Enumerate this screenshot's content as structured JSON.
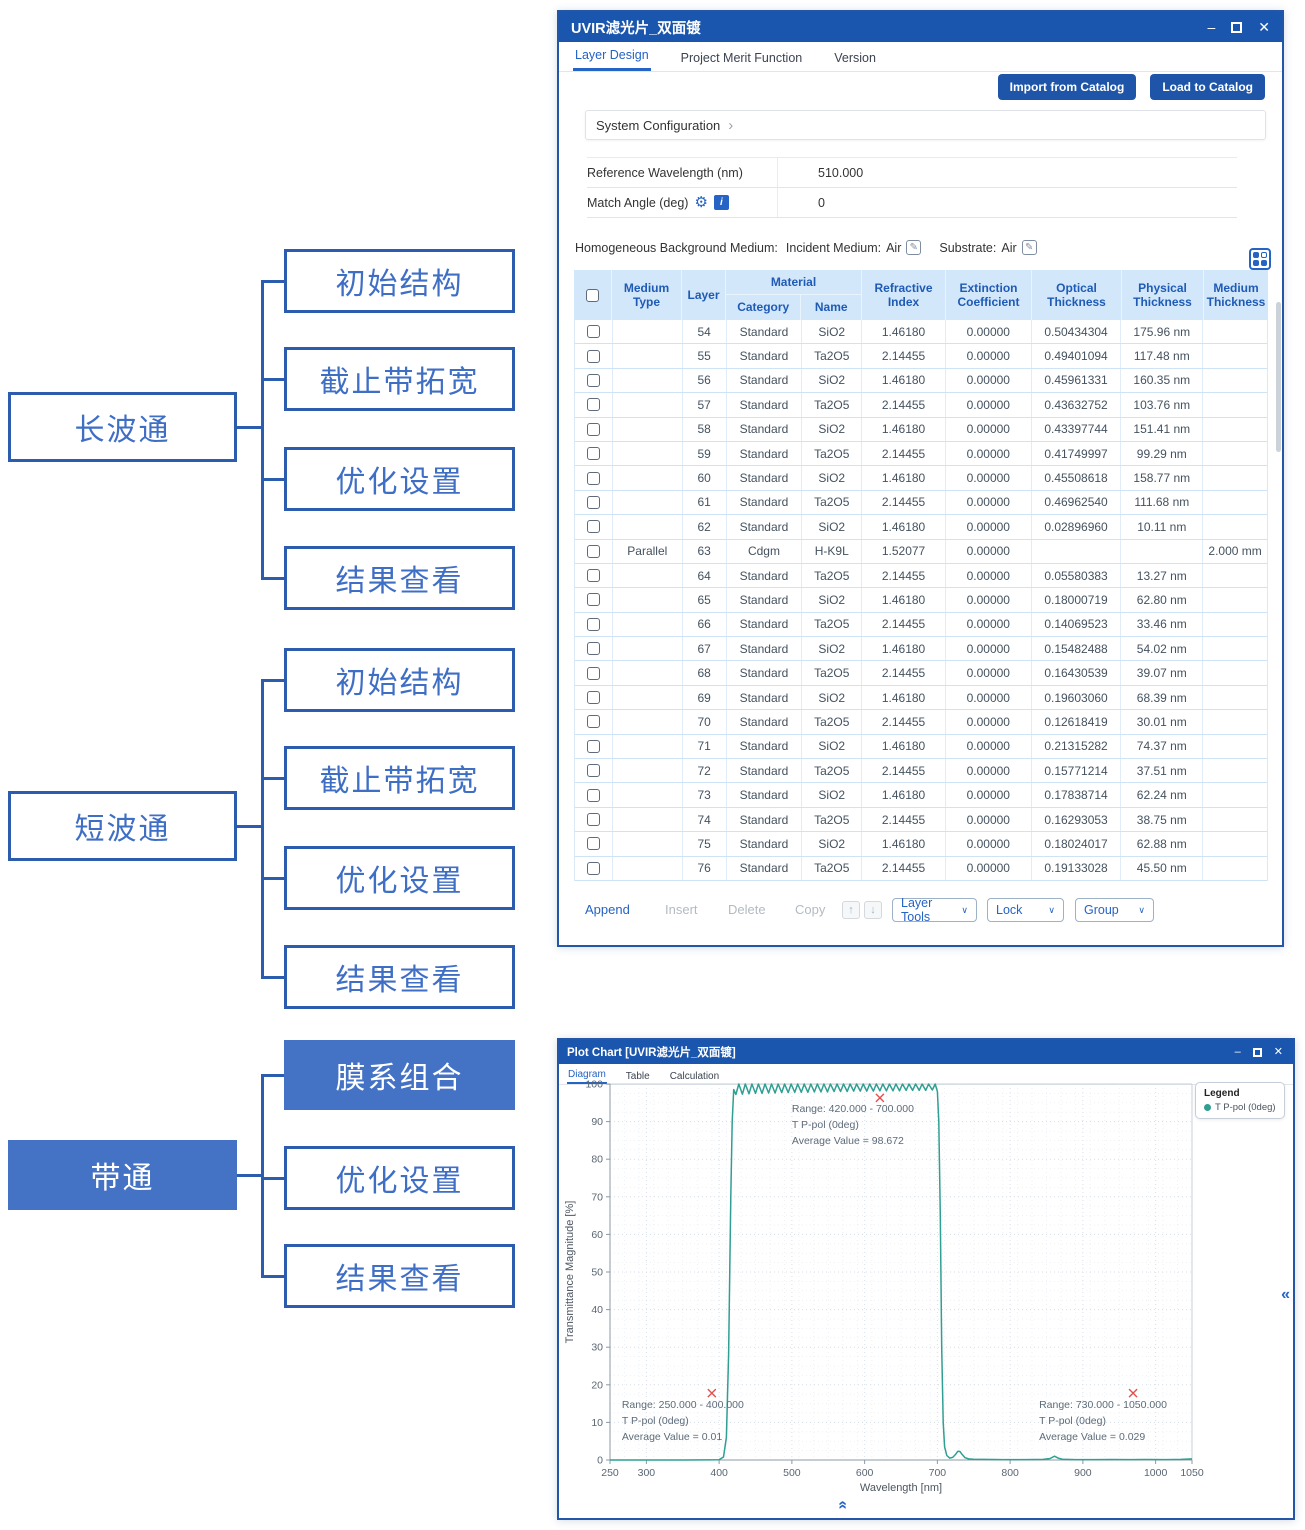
{
  "icons": {
    "minimize": "–",
    "close": "✕",
    "chevron_right": "›",
    "dropdown": "∨",
    "collapse_left": "«",
    "gear": "⚙",
    "info": "i",
    "edit": "✎",
    "up_arrow": "↑",
    "down_arrow": "↓"
  },
  "flowchart": {
    "colors": {
      "border": "#2b5cad",
      "text": "#3f6ec5",
      "filled_bg": "#4472c4",
      "filled_text": "#ffffff"
    },
    "groups": [
      {
        "parent": {
          "label": "长波通",
          "filled": false
        },
        "children": [
          {
            "label": "初始结构",
            "filled": false
          },
          {
            "label": "截止带拓宽",
            "filled": false
          },
          {
            "label": "优化设置",
            "filled": false
          },
          {
            "label": "结果查看",
            "filled": false
          }
        ]
      },
      {
        "parent": {
          "label": "短波通",
          "filled": false
        },
        "children": [
          {
            "label": "初始结构",
            "filled": false
          },
          {
            "label": "截止带拓宽",
            "filled": false
          },
          {
            "label": "优化设置",
            "filled": false
          },
          {
            "label": "结果查看",
            "filled": false
          }
        ]
      },
      {
        "parent": {
          "label": "带通",
          "filled": true
        },
        "children": [
          {
            "label": "膜系组合",
            "filled": true
          },
          {
            "label": "优化设置",
            "filled": false
          },
          {
            "label": "结果查看",
            "filled": false
          }
        ]
      }
    ]
  },
  "layer_window": {
    "title": "UVIR滤光片_双面镀",
    "tabs": [
      {
        "label": "Layer Design",
        "active": true
      },
      {
        "label": "Project Merit Function",
        "active": false
      },
      {
        "label": "Version",
        "active": false
      }
    ],
    "buttons": {
      "import": "Import from Catalog",
      "load": "Load to Catalog"
    },
    "system_configuration": {
      "label": "System Configuration"
    },
    "params": [
      {
        "label": "Reference Wavelength (nm)",
        "value": "510.000",
        "has_icons": false
      },
      {
        "label": "Match Angle (deg)",
        "value": "0",
        "has_icons": true
      }
    ],
    "background_medium": {
      "prefix": "Homogeneous Background Medium:",
      "incident_label": "Incident Medium:",
      "incident_value": "Air",
      "substrate_label": "Substrate:",
      "substrate_value": "Air"
    },
    "table": {
      "header": {
        "medium_type": [
          "Medium",
          "Type"
        ],
        "layer": "Layer",
        "material": "Material",
        "category": "Category",
        "name": "Name",
        "refractive": [
          "Refractive",
          "Index"
        ],
        "extinction": [
          "Extinction",
          "Coefficient"
        ],
        "optical": [
          "Optical",
          "Thickness"
        ],
        "physical": [
          "Physical",
          "Thickness"
        ],
        "medium_thickness": [
          "Medium",
          "Thickness"
        ]
      },
      "columns": [
        "medium_type",
        "layer",
        "category",
        "name",
        "refractive_index",
        "extinction_coefficient",
        "optical_thickness",
        "physical_thickness",
        "medium_thickness"
      ],
      "rows": [
        [
          "",
          "54",
          "Standard",
          "SiO2",
          "1.46180",
          "0.00000",
          "0.50434304",
          "175.96 nm",
          ""
        ],
        [
          "",
          "55",
          "Standard",
          "Ta2O5",
          "2.14455",
          "0.00000",
          "0.49401094",
          "117.48 nm",
          ""
        ],
        [
          "",
          "56",
          "Standard",
          "SiO2",
          "1.46180",
          "0.00000",
          "0.45961331",
          "160.35 nm",
          ""
        ],
        [
          "",
          "57",
          "Standard",
          "Ta2O5",
          "2.14455",
          "0.00000",
          "0.43632752",
          "103.76 nm",
          ""
        ],
        [
          "",
          "58",
          "Standard",
          "SiO2",
          "1.46180",
          "0.00000",
          "0.43397744",
          "151.41 nm",
          ""
        ],
        [
          "",
          "59",
          "Standard",
          "Ta2O5",
          "2.14455",
          "0.00000",
          "0.41749997",
          "99.29 nm",
          ""
        ],
        [
          "",
          "60",
          "Standard",
          "SiO2",
          "1.46180",
          "0.00000",
          "0.45508618",
          "158.77 nm",
          ""
        ],
        [
          "",
          "61",
          "Standard",
          "Ta2O5",
          "2.14455",
          "0.00000",
          "0.46962540",
          "111.68 nm",
          ""
        ],
        [
          "",
          "62",
          "Standard",
          "SiO2",
          "1.46180",
          "0.00000",
          "0.02896960",
          "10.11 nm",
          ""
        ],
        [
          "Parallel",
          "63",
          "Cdgm",
          "H-K9L",
          "1.52077",
          "0.00000",
          "",
          "",
          "2.000 mm"
        ],
        [
          "",
          "64",
          "Standard",
          "Ta2O5",
          "2.14455",
          "0.00000",
          "0.05580383",
          "13.27 nm",
          ""
        ],
        [
          "",
          "65",
          "Standard",
          "SiO2",
          "1.46180",
          "0.00000",
          "0.18000719",
          "62.80 nm",
          ""
        ],
        [
          "",
          "66",
          "Standard",
          "Ta2O5",
          "2.14455",
          "0.00000",
          "0.14069523",
          "33.46 nm",
          ""
        ],
        [
          "",
          "67",
          "Standard",
          "SiO2",
          "1.46180",
          "0.00000",
          "0.15482488",
          "54.02 nm",
          ""
        ],
        [
          "",
          "68",
          "Standard",
          "Ta2O5",
          "2.14455",
          "0.00000",
          "0.16430539",
          "39.07 nm",
          ""
        ],
        [
          "",
          "69",
          "Standard",
          "SiO2",
          "1.46180",
          "0.00000",
          "0.19603060",
          "68.39 nm",
          ""
        ],
        [
          "",
          "70",
          "Standard",
          "Ta2O5",
          "2.14455",
          "0.00000",
          "0.12618419",
          "30.01 nm",
          ""
        ],
        [
          "",
          "71",
          "Standard",
          "SiO2",
          "1.46180",
          "0.00000",
          "0.21315282",
          "74.37 nm",
          ""
        ],
        [
          "",
          "72",
          "Standard",
          "Ta2O5",
          "2.14455",
          "0.00000",
          "0.15771214",
          "37.51 nm",
          ""
        ],
        [
          "",
          "73",
          "Standard",
          "SiO2",
          "1.46180",
          "0.00000",
          "0.17838714",
          "62.24 nm",
          ""
        ],
        [
          "",
          "74",
          "Standard",
          "Ta2O5",
          "2.14455",
          "0.00000",
          "0.16293053",
          "38.75 nm",
          ""
        ],
        [
          "",
          "75",
          "Standard",
          "SiO2",
          "1.46180",
          "0.00000",
          "0.18024017",
          "62.88 nm",
          ""
        ],
        [
          "",
          "76",
          "Standard",
          "Ta2O5",
          "2.14455",
          "0.00000",
          "0.19133028",
          "45.50 nm",
          ""
        ]
      ]
    },
    "footer": {
      "actions": [
        {
          "label": "Append",
          "enabled": true
        },
        {
          "label": "Insert",
          "enabled": false
        },
        {
          "label": "Delete",
          "enabled": false
        },
        {
          "label": "Copy",
          "enabled": false
        }
      ],
      "dropdowns": [
        "Layer Tools",
        "Lock",
        "Group"
      ]
    }
  },
  "plot_window": {
    "title": "Plot Chart [UVIR滤光片_双面镀]",
    "tabs": [
      {
        "label": "Diagram",
        "active": true
      },
      {
        "label": "Table",
        "active": false
      },
      {
        "label": "Calculation",
        "active": false
      }
    ],
    "legend": {
      "title": "Legend",
      "entries": [
        {
          "label": "T P-pol (0deg)",
          "color": "#2f9f92"
        }
      ]
    }
  },
  "chart_data": {
    "type": "line",
    "title": "",
    "xlabel": "Wavelength [nm]",
    "ylabel": "Transmittance Magnitude [%]",
    "xlim": [
      250,
      1050
    ],
    "ylim": [
      0,
      100
    ],
    "x_ticks": [
      250,
      300,
      400,
      500,
      600,
      700,
      800,
      900,
      1000,
      1050
    ],
    "y_ticks": [
      0,
      10,
      20,
      30,
      40,
      50,
      60,
      70,
      80,
      90,
      100
    ],
    "grid": true,
    "legend_position": "top-right",
    "series": [
      {
        "name": "T P-pol (0deg)",
        "color": "#2f9f92",
        "points": [
          [
            250,
            0.01
          ],
          [
            300,
            0.01
          ],
          [
            350,
            0.01
          ],
          [
            385,
            0.02
          ],
          [
            400,
            0.08
          ],
          [
            406,
            0.8
          ],
          [
            410,
            6
          ],
          [
            413,
            28
          ],
          [
            416,
            70
          ],
          [
            418,
            90
          ],
          [
            420,
            98.5
          ],
          [
            423,
            97.2
          ],
          [
            427,
            100
          ],
          [
            432,
            97.3
          ],
          [
            436,
            100
          ],
          [
            441,
            97.4
          ],
          [
            445,
            100
          ],
          [
            450,
            97.5
          ],
          [
            454,
            100
          ],
          [
            459,
            97.5
          ],
          [
            463,
            100
          ],
          [
            468,
            97.6
          ],
          [
            472,
            100
          ],
          [
            477,
            97.6
          ],
          [
            481,
            100
          ],
          [
            486,
            97.7
          ],
          [
            490,
            100
          ],
          [
            495,
            97.7
          ],
          [
            499,
            100
          ],
          [
            504,
            97.8
          ],
          [
            508,
            100
          ],
          [
            513,
            97.8
          ],
          [
            517,
            100
          ],
          [
            522,
            97.8
          ],
          [
            526,
            100
          ],
          [
            531,
            97.9
          ],
          [
            535,
            100
          ],
          [
            540,
            97.9
          ],
          [
            544,
            100
          ],
          [
            549,
            97.9
          ],
          [
            553,
            100
          ],
          [
            558,
            98
          ],
          [
            562,
            100
          ],
          [
            567,
            98
          ],
          [
            571,
            100
          ],
          [
            576,
            98
          ],
          [
            580,
            100
          ],
          [
            585,
            98.1
          ],
          [
            589,
            100
          ],
          [
            594,
            98.1
          ],
          [
            598,
            100
          ],
          [
            603,
            98.1
          ],
          [
            607,
            100
          ],
          [
            612,
            98.1
          ],
          [
            616,
            100
          ],
          [
            621,
            98.2
          ],
          [
            625,
            100
          ],
          [
            630,
            98.2
          ],
          [
            634,
            100
          ],
          [
            639,
            98.2
          ],
          [
            643,
            100
          ],
          [
            648,
            98.2
          ],
          [
            652,
            100
          ],
          [
            657,
            98.3
          ],
          [
            661,
            100
          ],
          [
            666,
            98.3
          ],
          [
            670,
            100
          ],
          [
            675,
            98.3
          ],
          [
            679,
            100
          ],
          [
            684,
            98.3
          ],
          [
            688,
            100
          ],
          [
            693,
            98.4
          ],
          [
            697,
            100
          ],
          [
            700,
            98
          ],
          [
            702,
            90
          ],
          [
            704,
            65
          ],
          [
            706,
            30
          ],
          [
            708,
            10
          ],
          [
            710,
            3.5
          ],
          [
            713,
            1.2
          ],
          [
            717,
            0.5
          ],
          [
            721,
            0.7
          ],
          [
            725,
            1.5
          ],
          [
            728,
            2.3
          ],
          [
            731,
            2.3
          ],
          [
            734,
            1.5
          ],
          [
            738,
            0.6
          ],
          [
            743,
            0.3
          ],
          [
            750,
            0.2
          ],
          [
            765,
            0.15
          ],
          [
            790,
            0.1
          ],
          [
            820,
            0.1
          ],
          [
            845,
            0.15
          ],
          [
            855,
            0.4
          ],
          [
            861,
            1
          ],
          [
            866,
            0.5
          ],
          [
            872,
            0.2
          ],
          [
            890,
            0.1
          ],
          [
            915,
            0.1
          ],
          [
            940,
            0.12
          ],
          [
            965,
            0.1
          ],
          [
            990,
            0.12
          ],
          [
            1015,
            0.1
          ],
          [
            1035,
            0.15
          ],
          [
            1050,
            0.3
          ]
        ]
      }
    ],
    "annotations": [
      {
        "marker": [
          621,
          96.3
        ],
        "lines": [
          "Range: 420.000 - 700.000",
          "T P-pol (0deg)",
          "Average Value = 98.672"
        ]
      },
      {
        "marker": [
          390,
          17.8
        ],
        "lines": [
          "Range: 250.000 - 400.000",
          "T P-pol (0deg)",
          "Average Value = 0.01"
        ]
      },
      {
        "marker": [
          969,
          17.8
        ],
        "lines": [
          "Range: 730.000 - 1050.000",
          "T P-pol (0deg)",
          "Average Value = 0.029"
        ]
      }
    ]
  }
}
